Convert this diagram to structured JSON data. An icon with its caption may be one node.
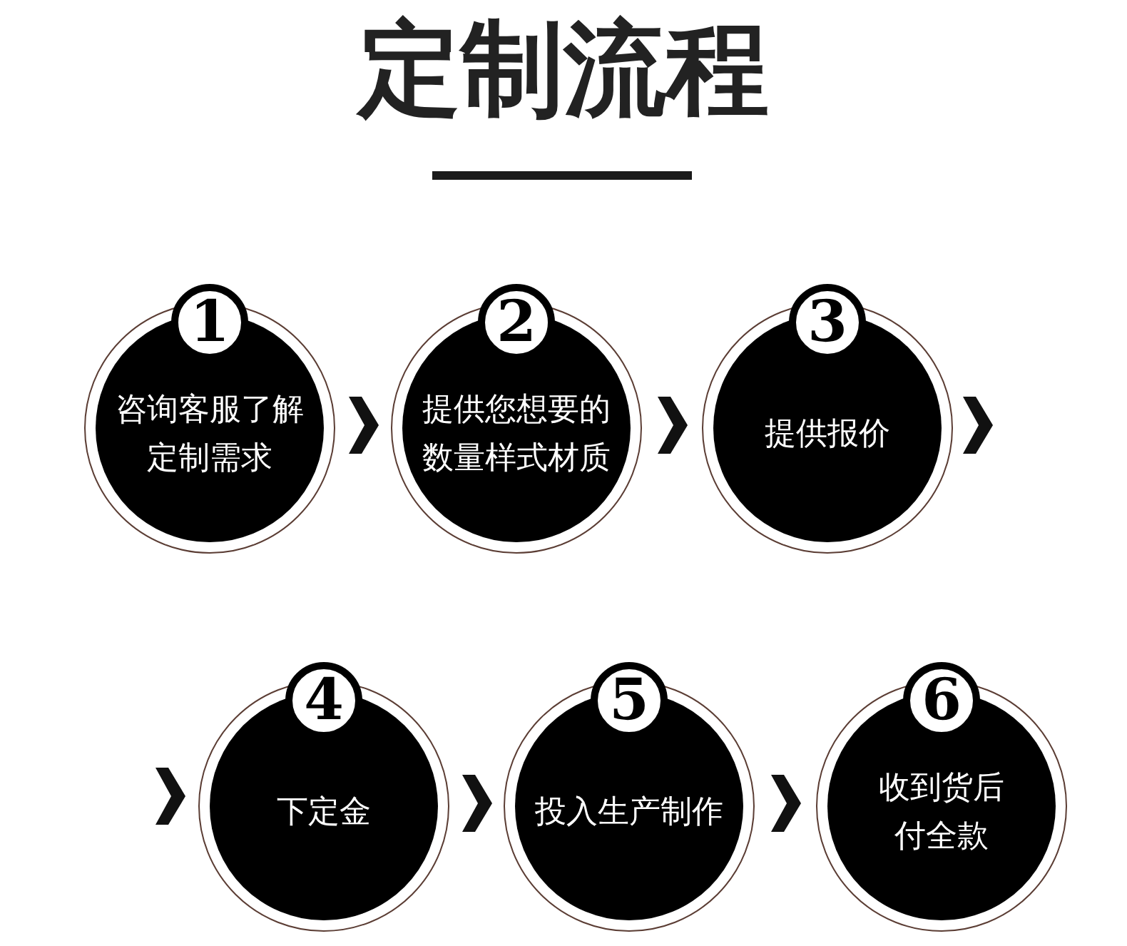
{
  "diagram": {
    "title": "定制流程",
    "nodes": [
      {
        "text": [
          "1",
          "咨询客服了解定制需求"
        ]
      },
      {
        "text": [
          "2",
          "提供您想要的数量样式材质"
        ]
      },
      {
        "text": [
          "3",
          "提供报价"
        ]
      },
      {
        "text": [
          "4",
          "下定金"
        ]
      },
      {
        "text": [
          "5",
          "投入生产制作"
        ]
      },
      {
        "text": [
          "6",
          "收到货后付全款"
        ]
      }
    ],
    "edges": [
      {
        "from": 0,
        "to": 1,
        "arrow": "to"
      },
      {
        "from": 1,
        "to": 2,
        "arrow": "to"
      },
      {
        "from": 2,
        "to": null,
        "arrow": "to"
      },
      {
        "from": null,
        "to": 3,
        "arrow": "to"
      },
      {
        "from": 3,
        "to": 4,
        "arrow": "to"
      },
      {
        "from": 4,
        "to": 5,
        "arrow": "to"
      }
    ]
  }
}
